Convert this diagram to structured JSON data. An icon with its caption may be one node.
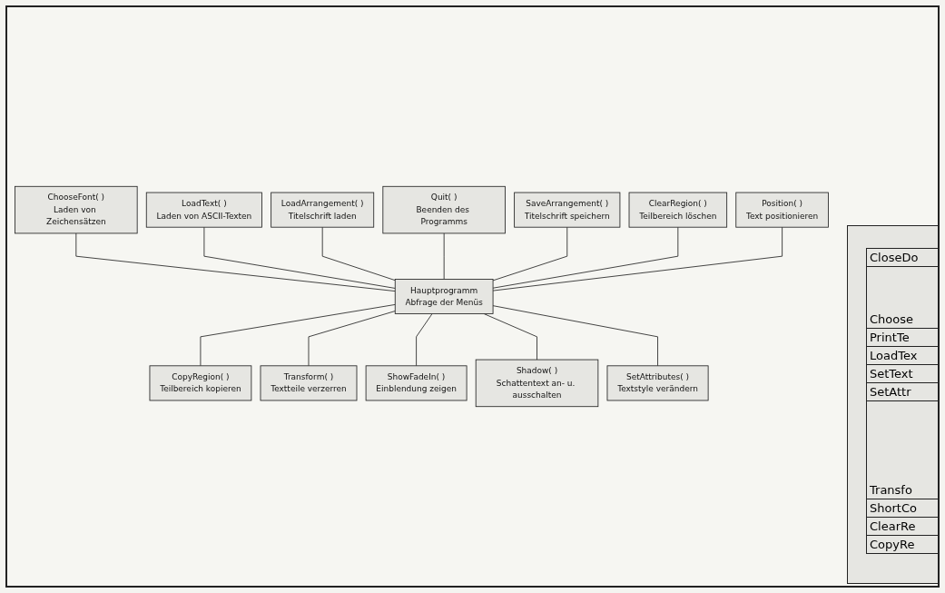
{
  "diagram": {
    "nodes": [
      {
        "text": [
          "ChooseFont( )",
          "Laden von Zeichensätzen"
        ]
      },
      {
        "text": [
          "LoadText( )",
          "Laden von ASCII-Texten"
        ]
      },
      {
        "text": [
          "LoadArrangement( )",
          "Titelschrift laden"
        ]
      },
      {
        "text": [
          "Quit( )",
          "Beenden des Programms"
        ]
      },
      {
        "text": [
          "SaveArrangement( )",
          "Titelschrift speichern"
        ]
      },
      {
        "text": [
          "ClearRegion( )",
          "Teilbereich löschen"
        ]
      },
      {
        "text": [
          "Position( )",
          "Text positionieren"
        ]
      },
      {
        "text": [
          "Hauptprogramm",
          "Abfrage der Menüs"
        ]
      },
      {
        "text": [
          "CopyRegion( )",
          "Teilbereich kopieren"
        ]
      },
      {
        "text": [
          "Transform( )",
          "Textteile verzerren"
        ]
      },
      {
        "text": [
          "ShowFadeIn( )",
          "Einblendung zeigen"
        ]
      },
      {
        "text": [
          "Shadow( )",
          "Schattentext an- u. ausschalten"
        ]
      },
      {
        "text": [
          "SetAttributes( )",
          "Textstyle verändern"
        ]
      }
    ],
    "edges": [
      {
        "from": 0,
        "to": 7,
        "arrow": "none"
      },
      {
        "from": 1,
        "to": 7,
        "arrow": "none"
      },
      {
        "from": 2,
        "to": 7,
        "arrow": "none"
      },
      {
        "from": 3,
        "to": 7,
        "arrow": "none"
      },
      {
        "from": 4,
        "to": 7,
        "arrow": "none"
      },
      {
        "from": 5,
        "to": 7,
        "arrow": "none"
      },
      {
        "from": 6,
        "to": 7,
        "arrow": "none"
      },
      {
        "from": 7,
        "to": 8,
        "arrow": "none"
      },
      {
        "from": 7,
        "to": 9,
        "arrow": "none"
      },
      {
        "from": 7,
        "to": 10,
        "arrow": "none"
      },
      {
        "from": 7,
        "to": 11,
        "arrow": "none"
      },
      {
        "from": 7,
        "to": 12,
        "arrow": "none"
      }
    ],
    "labels": [
      "CloseDo",
      "Choose",
      "PrintTe",
      "LoadTex",
      "SetText",
      "SetAttr",
      "Transfo",
      "ShortCo",
      "ClearRe",
      "CopyRe"
    ]
  }
}
